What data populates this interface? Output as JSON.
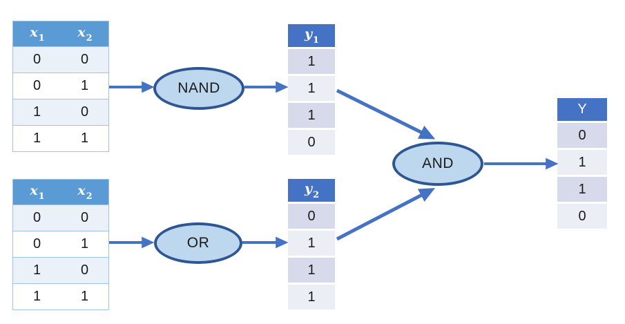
{
  "colors": {
    "input_header_bg": "#5B9BD5",
    "output_header_bg": "#4472C4",
    "input_row_shaded": "#EAF1F9",
    "input_row_plain": "#FFFFFF",
    "input_table_border": "#9DC3E6",
    "value_row_dark": "#D6DAEB",
    "value_row_light": "#ECEEF6",
    "gate_fill": "#BDD7EE",
    "gate_border": "#2E5693",
    "arrow": "#4472C4",
    "header_text": "#FFFFFF",
    "cell_text": "#1A1A1A"
  },
  "gates": {
    "nand_label": "NAND",
    "or_label": "OR",
    "and_label": "AND"
  },
  "tables": {
    "input_top": {
      "headers": [
        {
          "base": "x",
          "sub": "1"
        },
        {
          "base": "x",
          "sub": "2"
        }
      ],
      "rows": [
        [
          "0",
          "0"
        ],
        [
          "0",
          "1"
        ],
        [
          "1",
          "0"
        ],
        [
          "1",
          "1"
        ]
      ]
    },
    "input_bottom": {
      "headers": [
        {
          "base": "x",
          "sub": "1"
        },
        {
          "base": "x",
          "sub": "2"
        }
      ],
      "rows": [
        [
          "0",
          "0"
        ],
        [
          "0",
          "1"
        ],
        [
          "1",
          "0"
        ],
        [
          "1",
          "1"
        ]
      ]
    },
    "y1": {
      "header": {
        "base": "y",
        "sub": "1"
      },
      "values": [
        "1",
        "1",
        "1",
        "0"
      ]
    },
    "y2": {
      "header": {
        "base": "y",
        "sub": "2"
      },
      "values": [
        "0",
        "1",
        "1",
        "1"
      ]
    },
    "output": {
      "header": "Y",
      "values": [
        "0",
        "1",
        "1",
        "0"
      ]
    }
  }
}
